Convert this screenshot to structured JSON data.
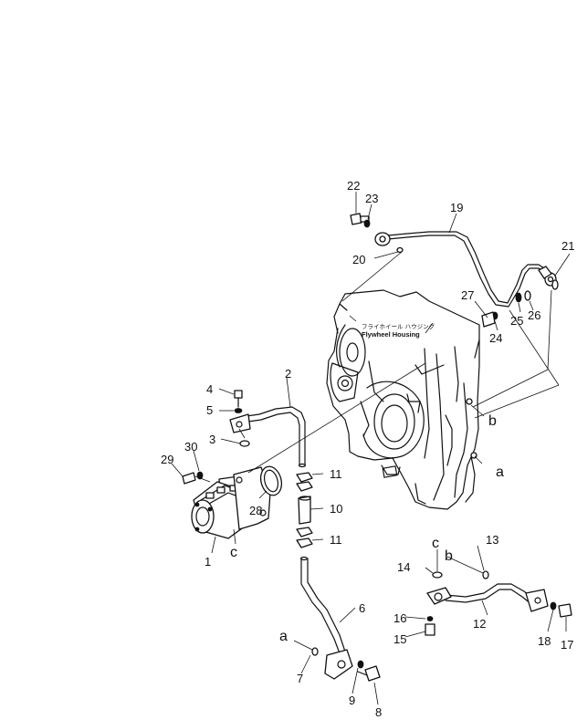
{
  "housing_label": {
    "japanese": "フライホイール ハウジング",
    "english": "Flywheel Housing"
  },
  "part_numbers": [
    "1",
    "2",
    "3",
    "4",
    "5",
    "6",
    "7",
    "8",
    "9",
    "10",
    "11",
    "11",
    "12",
    "13",
    "14",
    "15",
    "16",
    "17",
    "18",
    "19",
    "20",
    "21",
    "22",
    "23",
    "24",
    "25",
    "26",
    "27",
    "28",
    "29",
    "30"
  ],
  "connection_letters": [
    "a",
    "a",
    "b",
    "b",
    "c",
    "c"
  ]
}
